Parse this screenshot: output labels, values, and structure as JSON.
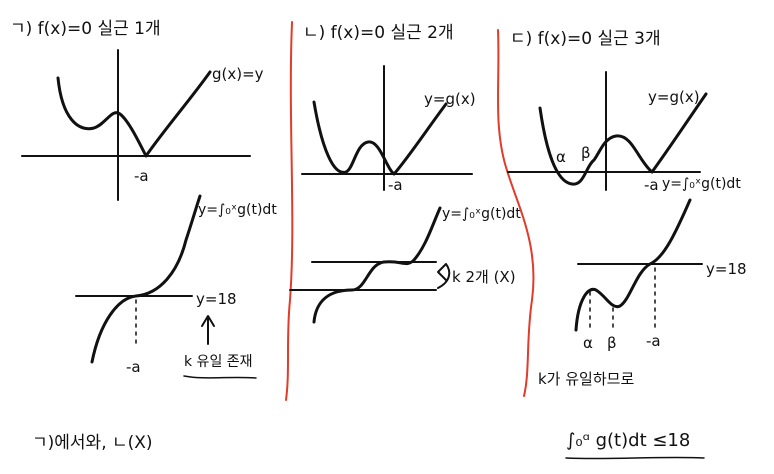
{
  "colors": {
    "ink": "#111111",
    "divider": "#e23b2a",
    "paper": "#ffffff"
  },
  "cases": [
    {
      "heading": "ㄱ) f(x)=0 실근 1개",
      "graph_label": "g(x)=y",
      "root_label": "-a",
      "integral_label": "y=∫₀ˣg(t)dt",
      "line_label": "y=18",
      "point_label": "-a",
      "note": "k 유일 존재"
    },
    {
      "heading": "ㄴ) f(x)=0 실근 2개",
      "graph_label": "y=g(x)",
      "root_label": "-a",
      "integral_label": "y=∫₀ˣg(t)dt",
      "note": "k 2개 (X)"
    },
    {
      "heading": "ㄷ) f(x)=0 실근 3개",
      "graph_label": "y=g(x)",
      "alpha_label": "α",
      "beta_label": "β",
      "root_label": "-a",
      "integral_label": "y=∫₀ˣg(t)dt",
      "line_label": "y=18",
      "point_alpha": "α",
      "point_beta": "β",
      "point_a": "-a",
      "note": "k가 유일하므로"
    }
  ],
  "footer": {
    "left": "ㄱ)에서와, ㄴ(X)",
    "right": "∫₀ᵅ g(t)dt ≤18"
  }
}
